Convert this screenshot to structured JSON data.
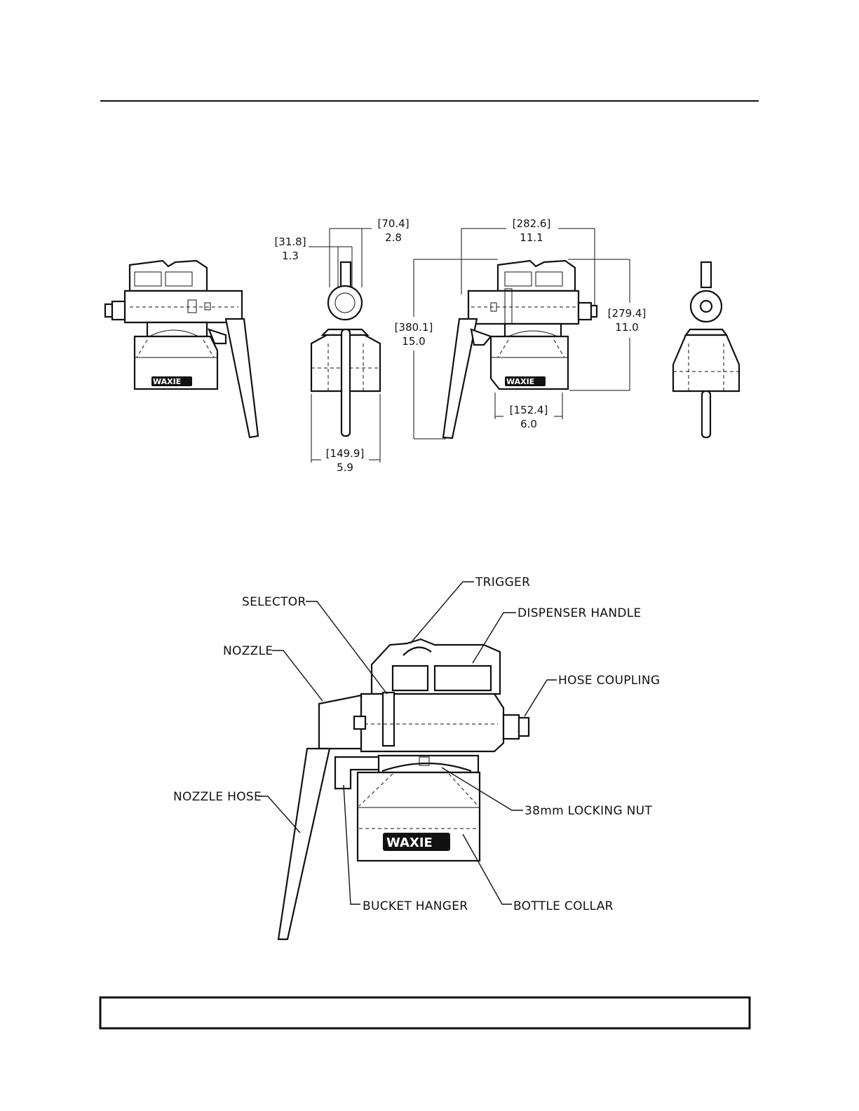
{
  "dimensions": {
    "top_width_mm": "[70.4]",
    "top_width_in": "2.8",
    "stem_width_mm": "[31.8]",
    "stem_width_in": "1.3",
    "front_width_mm": "[149.9]",
    "front_width_in": "5.9",
    "length_mm": "[282.6]",
    "length_in": "11.1",
    "height_total_mm": "[380.1]",
    "height_total_in": "15.0",
    "height_body_mm": "[279.4]",
    "height_body_in": "11.0",
    "base_width_mm": "[152.4]",
    "base_width_in": "6.0"
  },
  "labels": {
    "trigger": "TRIGGER",
    "selector": "SELECTOR",
    "dispenser_handle": "DISPENSER HANDLE",
    "nozzle": "NOZZLE",
    "hose_coupling": "HOSE COUPLING",
    "nozzle_hose": "NOZZLE HOSE",
    "locking_nut": "38mm LOCKING NUT",
    "bucket_hanger": "BUCKET HANGER",
    "bottle_collar": "BOTTLE COLLAR"
  },
  "brand_logo": "WAXIE",
  "footer_box_text": ""
}
